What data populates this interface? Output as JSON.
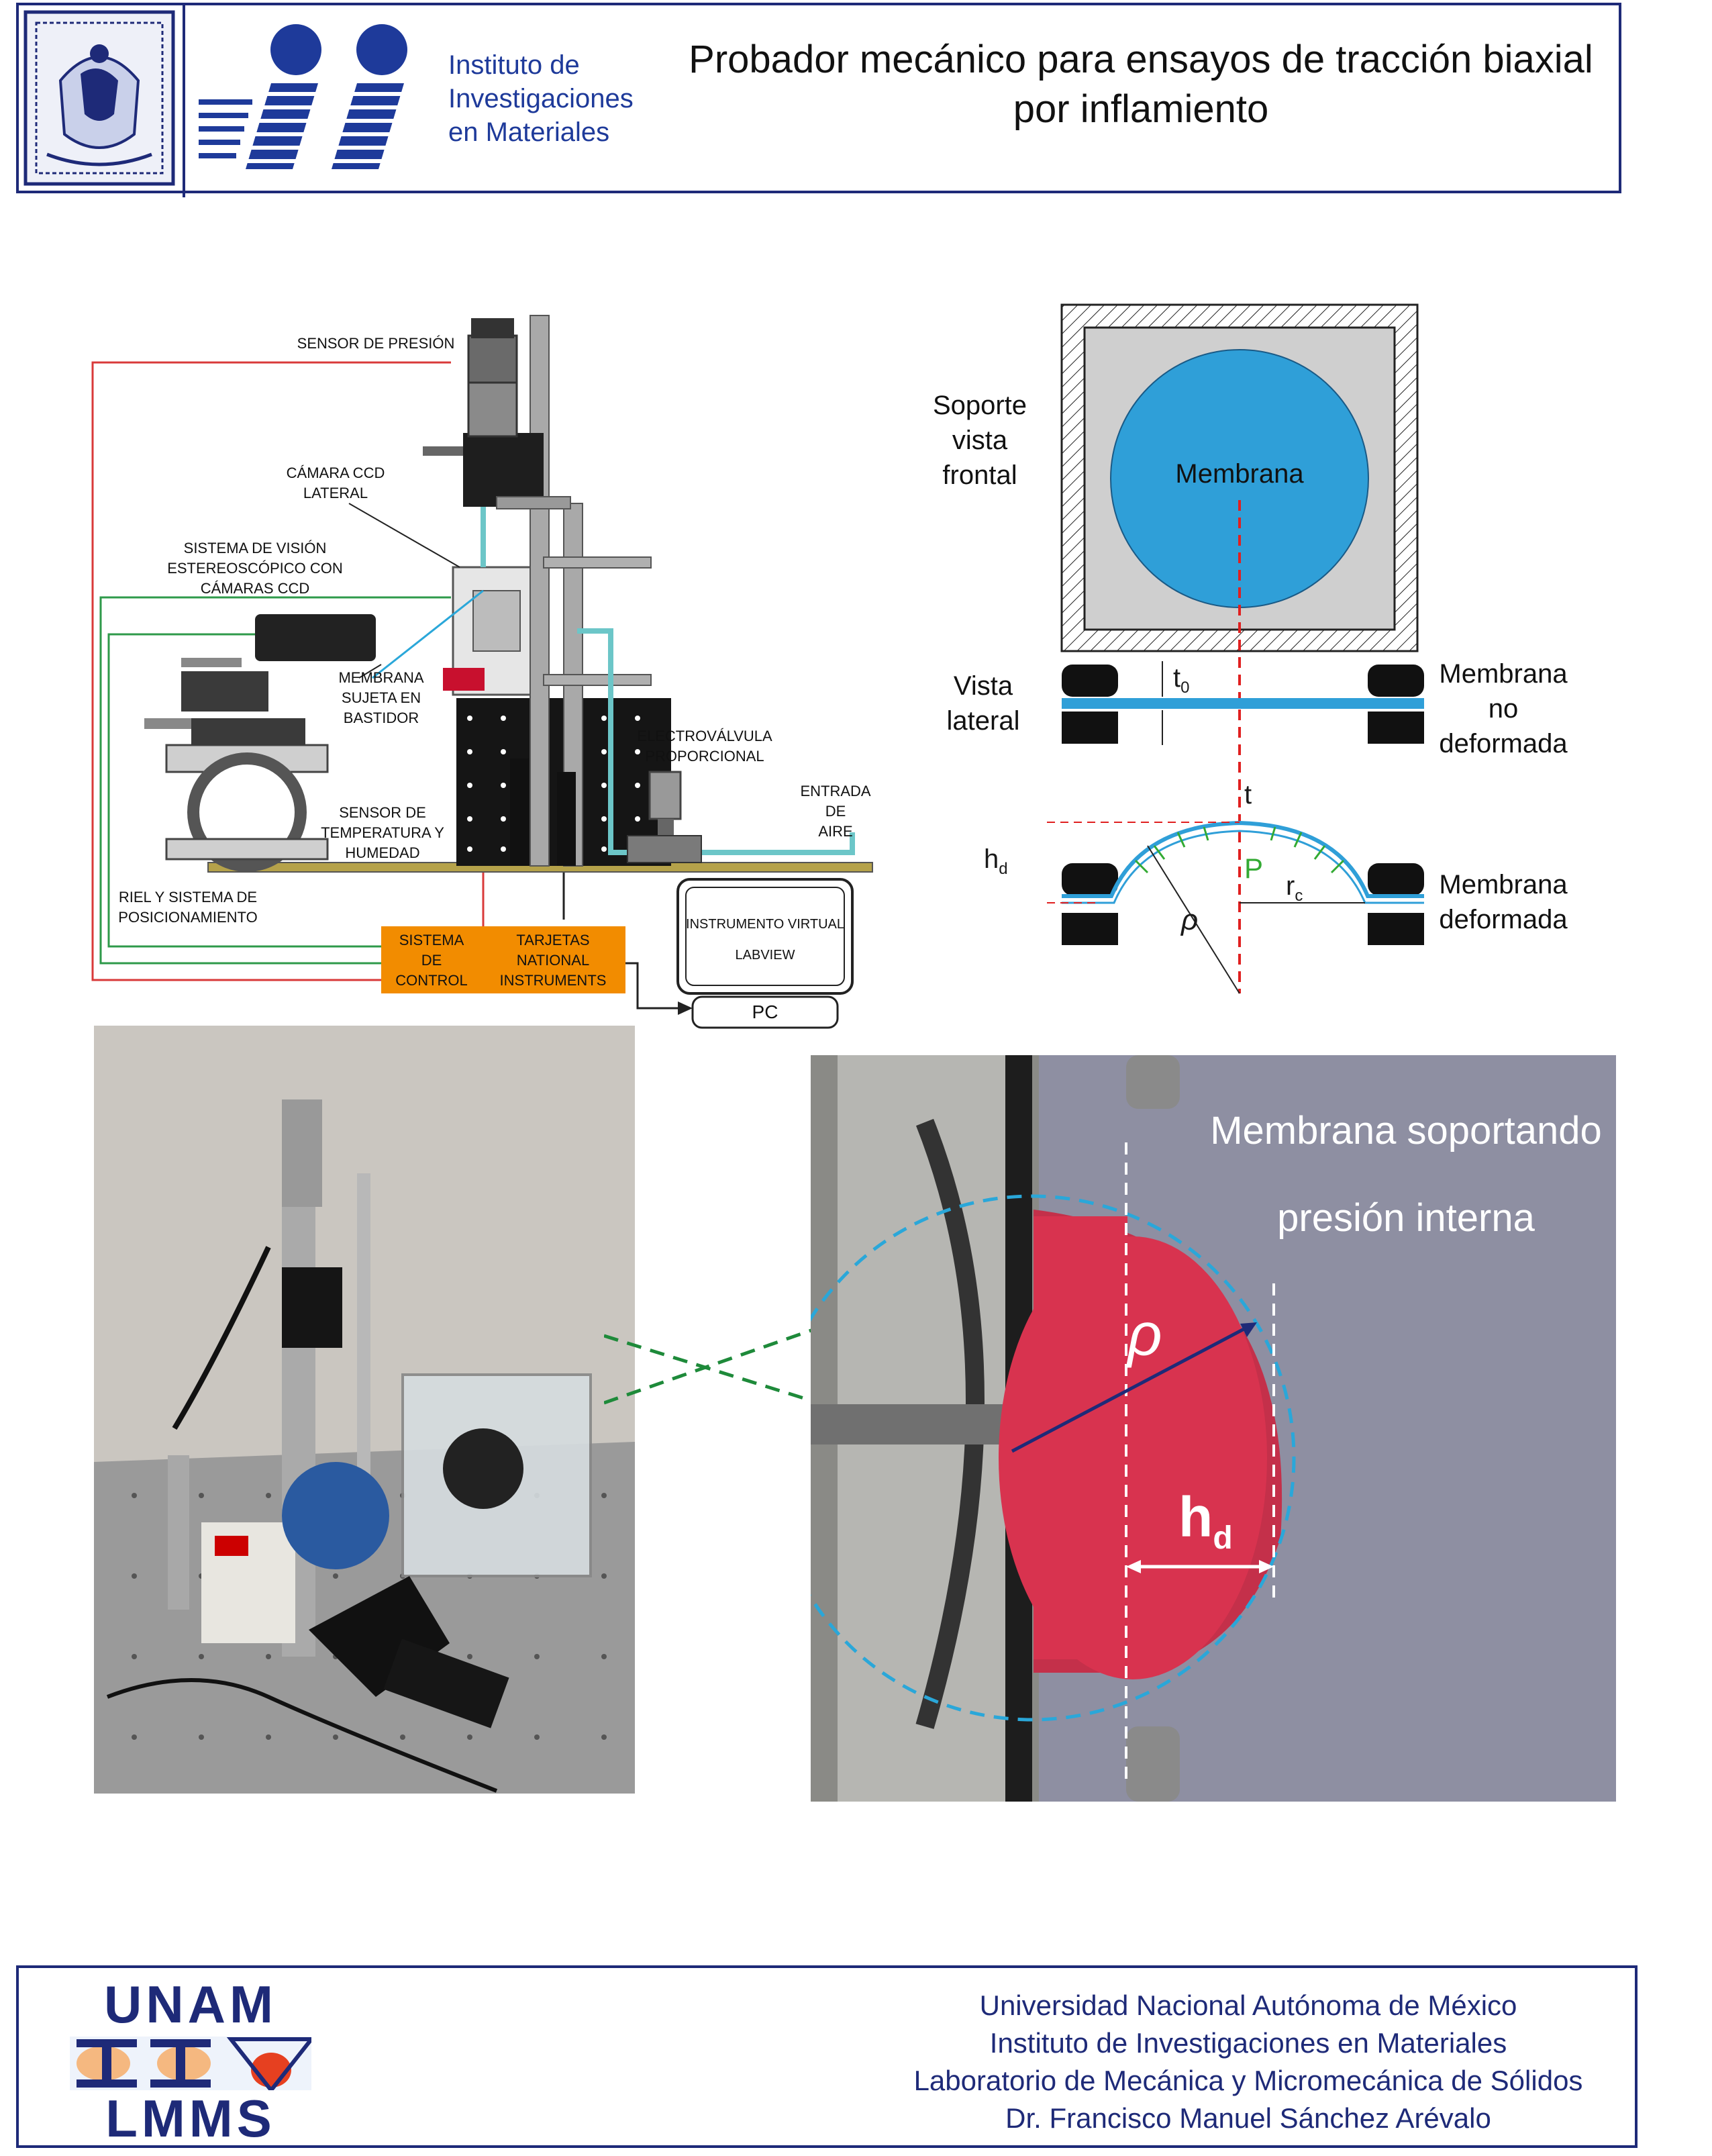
{
  "header": {
    "title_line1": "Probador mecánico para ensayos de tracción biaxial",
    "title_line2": "por inflamiento",
    "institute_line1": "Instituto de",
    "institute_line2": "Investigaciones",
    "institute_line3": "en Materiales"
  },
  "schematic": {
    "sensor_presion": "SENSOR DE PRESIÓN",
    "camara_ccd_1": "CÁMARA CCD",
    "camara_ccd_2": "LATERAL",
    "vision_1": "SISTEMA DE VISIÓN",
    "vision_2": "ESTEREOSCÓPICO CON",
    "vision_3": "CÁMARAS CCD",
    "membrana_1": "MEMBRANA",
    "membrana_2": "SUJETA EN",
    "membrana_3": "BASTIDOR",
    "electro_1": "ELECTROVÁLVULA",
    "electro_2": "PROPORCIONAL",
    "entrada_1": "ENTRADA",
    "entrada_2": "DE",
    "entrada_3": "AIRE",
    "temp_1": "SENSOR DE",
    "temp_2": "TEMPERATURA Y",
    "temp_3": "HUMEDAD",
    "riel_1": "RIEL Y SISTEMA DE",
    "riel_2": "POSICIONAMIENTO",
    "control_1": "SISTEMA",
    "control_2": "DE",
    "control_3": "CONTROL",
    "tarjetas_1": "TARJETAS",
    "tarjetas_2": "NATIONAL",
    "tarjetas_3": "INSTRUMENTS",
    "instrumento_1": "INSTRUMENTO VIRTUAL",
    "instrumento_2": "LABVIEW",
    "pc": "PC"
  },
  "membrane_diagram": {
    "soporte_1": "Soporte",
    "soporte_2": "vista",
    "soporte_3": "frontal",
    "membrana": "Membrana",
    "vista_1": "Vista",
    "vista_2": "lateral",
    "t0": "t",
    "t0_sub": "0",
    "nodef_1": "Membrana",
    "nodef_2": "no",
    "nodef_3": "deformada",
    "t": "t",
    "hd": "h",
    "hd_sub": "d",
    "p": "P",
    "rc": "r",
    "rc_sub": "c",
    "rho": "ρ",
    "def_1": "Membrana",
    "def_2": "deformada"
  },
  "photo_right": {
    "caption_1": "Membrana soportando",
    "caption_2": "presión interna",
    "rho": "ρ",
    "hd": "h",
    "hd_sub": "d"
  },
  "footer": {
    "logo_top": "UNAM",
    "logo_bottom": "LMMS",
    "line1": "Universidad Nacional Autónoma de México",
    "line2": "Instituto de Investigaciones en Materiales",
    "line3": "Laboratorio de Mecánica y Micromecánica de Sólidos",
    "line4": "Dr. Francisco Manuel Sánchez Arévalo"
  },
  "colors": {
    "frame": "#1e2a78",
    "membrane": "#2f9fd8",
    "orange": "#f28c00",
    "pressure_arrows": "#33aa33",
    "membrane_red": "#d8334f"
  }
}
